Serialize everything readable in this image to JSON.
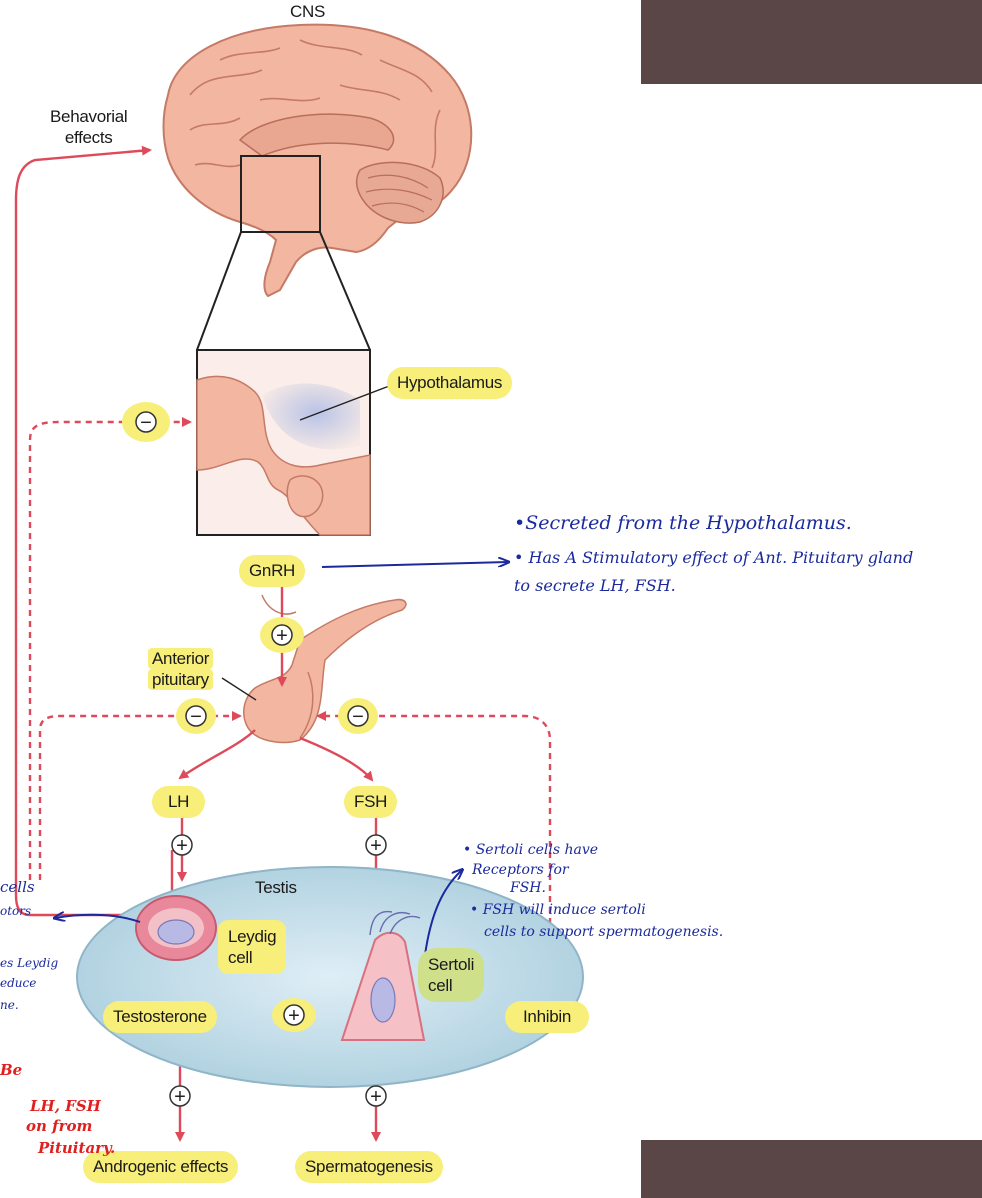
{
  "title": "CNS",
  "labels": {
    "behavioral": [
      "Behavorial",
      "effects"
    ],
    "hypothalamus": "Hypothalamus",
    "gnrh": "GnRH",
    "anterior_pituitary": [
      "Anterior",
      "pituitary"
    ],
    "lh": "LH",
    "fsh": "FSH",
    "testis": "Testis",
    "leydig": [
      "Leydig",
      "cell"
    ],
    "sertoli": [
      "Sertoli",
      "cell"
    ],
    "testosterone": "Testosterone",
    "inhibin": "Inhibin",
    "androgenic": "Androgenic effects",
    "spermatogenesis": "Spermatogenesis"
  },
  "signs": {
    "plus": "+",
    "minus": "−"
  },
  "notes": {
    "gnrh": [
      "•Secreted from the Hypothalamus.",
      "• Has A Stimulatory effect of Ant. Pituitary gland",
      "to secrete LH, FSH."
    ],
    "sertoli": [
      "• Sertoli cells have",
      "Receptors for",
      "FSH.",
      "• FSH will induce sertoli",
      "cells to support spermatogenesis."
    ],
    "leydig_partial": [
      "cells",
      "otors",
      "es Leydig",
      "educe",
      "ne."
    ],
    "red_partial": [
      "Be",
      "LH, FSH",
      "on from",
      "Pituitary."
    ]
  },
  "colors": {
    "arrow_red": "#de4a5a",
    "highlight": "#f7ef7a",
    "testis_fill": "#bcd8e6",
    "brain": "#f2b9a4",
    "ink_blue": "#1b2a9c",
    "ink_red": "#e01f1f",
    "dark_box": "#5a4646"
  }
}
